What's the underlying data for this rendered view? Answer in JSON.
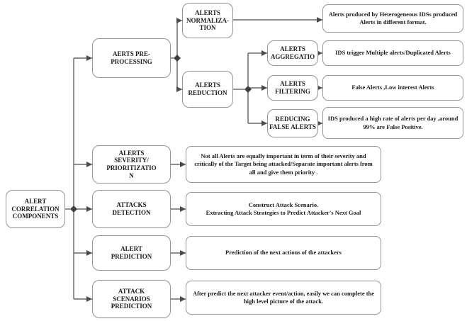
{
  "diagram": {
    "colors": {
      "line": "#4a4a4a",
      "box_border": "#949494",
      "text": "#1c1c1c",
      "background": "#ffffff"
    },
    "nodes": {
      "root": "ALERT\nCORRELATION\nCOMPONENTS",
      "preprocessing": "AERTS PRE-\nPROCESSING",
      "normalization": "ALERTS\nNORMALIZA-\nTION",
      "reduction": "ALERTS\nREDUCTION",
      "aggregation": "ALERTS\nAGGREGATIO",
      "filtering": "ALERTS\nFILTERING",
      "reducing_false": "REDUCING\nFALSE ALERTS",
      "severity": "ALERTS\nSEVERITY/\nPRIORITIZATIO\nN",
      "attacks_detection": "ATTACKS\nDETECTION",
      "alert_prediction": "ALERT\nPREDICTION",
      "attack_scenarios": "ATTACK\nSCENARIOS\nPREDICTION"
    },
    "descriptions": {
      "normalization": "Alerts produced by Heterogeneous IDSs produced Alerts in different format.",
      "aggregation": "IDS trigger Multiple alerts/Duplicated Alerts",
      "filtering": "False Alerts ,Low interest Alerts",
      "reducing_false": "IDS produced a high rate of alerts per day ,around 99% are False Positive.",
      "severity": "Not all Alerts are equally important in term of their severity and critically of the Target being attacked/Separate important alerts from all and give them priority .",
      "attacks_detection": "Construct Attack Scenario.\nExtracting Attack Strategies to Predict Attacker's Next Goal",
      "alert_prediction": "Prediction of the next actions of the attackers",
      "attack_scenarios": "After predict the next attacker event/action, easily we can complete the high level picture of the attack."
    }
  }
}
